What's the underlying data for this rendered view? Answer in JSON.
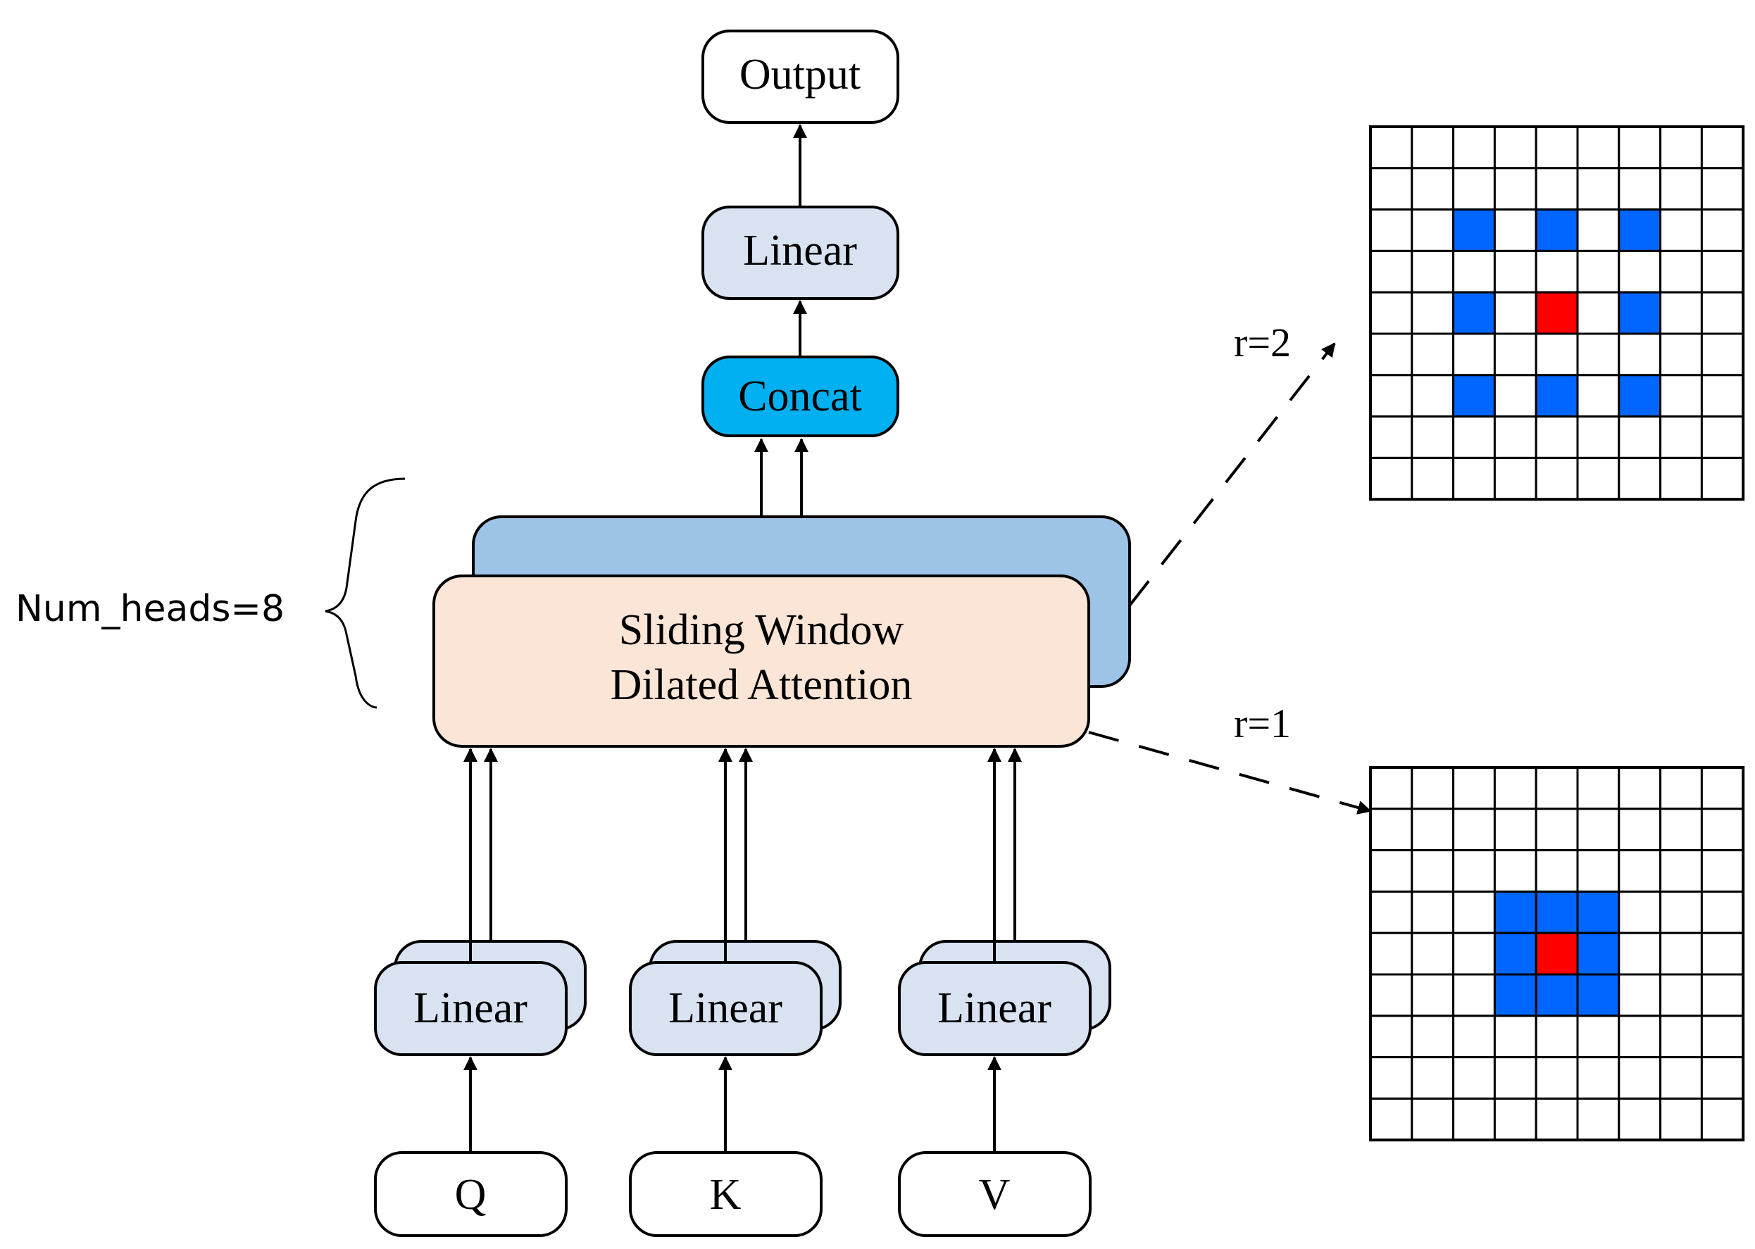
{
  "diagram": {
    "nodes": {
      "output": "Output",
      "linear_top": "Linear",
      "concat": "Concat",
      "attention_line1": "Sliding Window",
      "attention_line2": "Dilated Attention",
      "linear_q": "Linear",
      "linear_k": "Linear",
      "linear_v": "Linear",
      "q": "Q",
      "k": "K",
      "v": "V"
    },
    "heads_label": "Num_heads=8",
    "dilation": {
      "r2_label": "r=2",
      "r1_label": "r=1",
      "grid_size": 9,
      "r2_center": [
        4,
        4
      ],
      "r2_neighbors": [
        [
          2,
          2
        ],
        [
          2,
          4
        ],
        [
          2,
          6
        ],
        [
          4,
          2
        ],
        [
          4,
          6
        ],
        [
          6,
          2
        ],
        [
          6,
          4
        ],
        [
          6,
          6
        ]
      ],
      "r1_center": [
        4,
        4
      ],
      "r1_neighbors": [
        [
          3,
          3
        ],
        [
          3,
          4
        ],
        [
          3,
          5
        ],
        [
          4,
          3
        ],
        [
          4,
          5
        ],
        [
          5,
          3
        ],
        [
          5,
          4
        ],
        [
          5,
          5
        ]
      ]
    },
    "colors": {
      "linear_fill": "#d9e2f1",
      "concat_fill": "#00b0f0",
      "attention_fill": "#fae5d6",
      "attention_back_fill": "#9dc3e6",
      "neighbor_cell": "#0066ff",
      "center_cell": "#ff0000",
      "stroke": "#000000"
    }
  }
}
